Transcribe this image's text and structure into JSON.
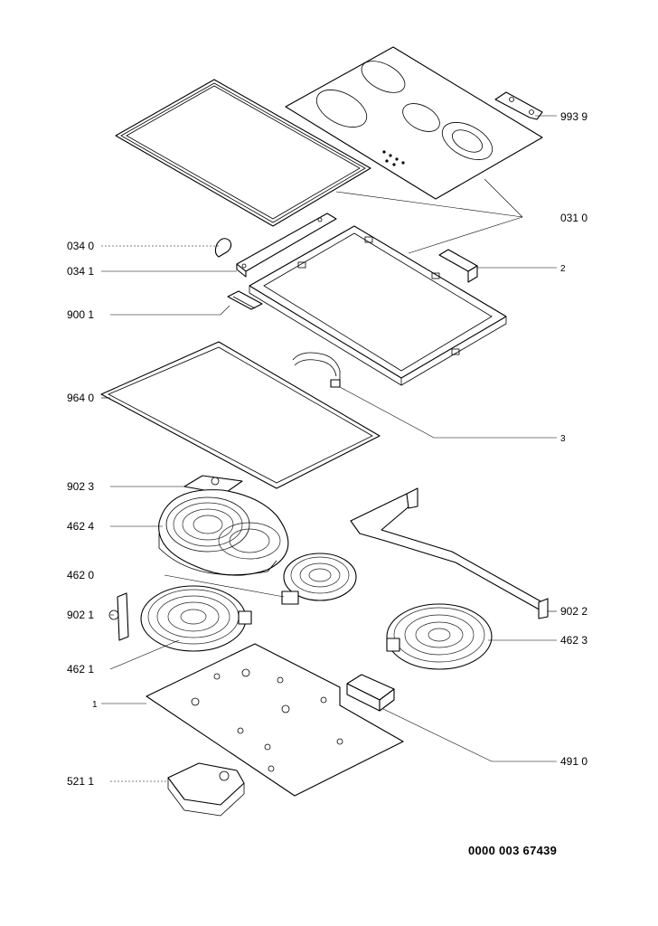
{
  "labels": {
    "glass_top": "993 9",
    "frame_group": "031 0",
    "clip": "034 0",
    "bracket": "034 1",
    "terminal": "900 1",
    "bracket_right": "2",
    "gasket": "964 0",
    "cable": "3",
    "support_top": "902 3",
    "dual_heater": "462 4",
    "small_heater": "462 0",
    "support_left": "902 1",
    "support_rail": "902 2",
    "heater_left": "462 1",
    "heater_right": "462 3",
    "base_plate": "1",
    "switch": "491 0",
    "control": "521 1"
  },
  "document_number": "0000 003 67439"
}
